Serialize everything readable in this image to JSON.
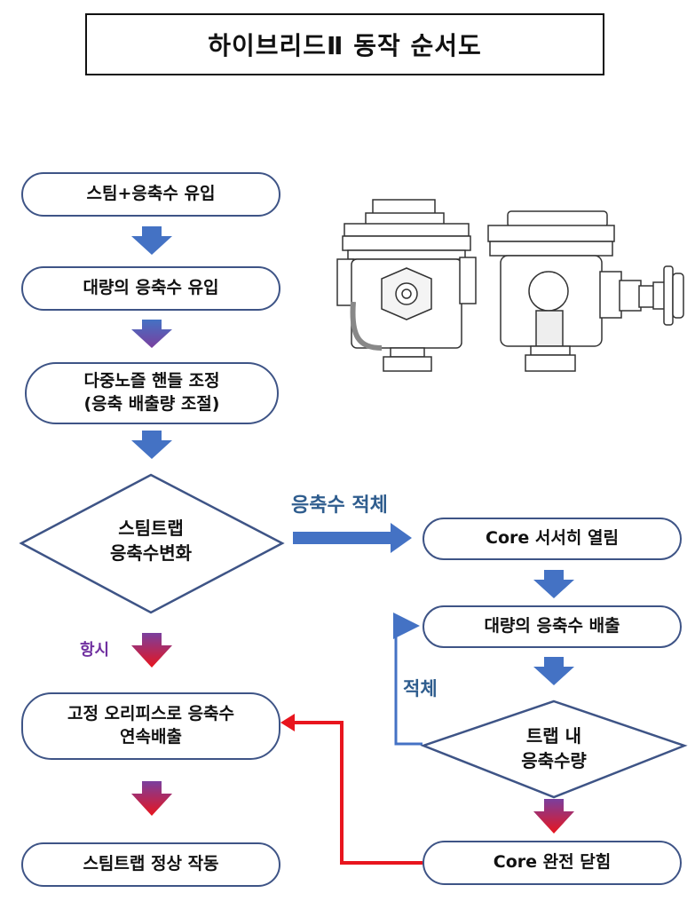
{
  "title": "하이브리드Ⅱ 동작 순서도",
  "left_flow": {
    "step1": "스팀+응축수 유입",
    "step2": "대량의 응축수 유입",
    "step3_line1": "다중노즐 핸들 조정",
    "step3_line2": "(응축 배출량 조절)",
    "decision_line1": "스팀트랩",
    "decision_line2": "응축수변화",
    "always_label": "항시",
    "step4_line1": "고정 오리피스로 응축수",
    "step4_line2": "연속배출",
    "step5": "스팀트랩 정상 작동"
  },
  "right_flow": {
    "branch_label": "응축수 적체",
    "step1": "Core 서서히 열림",
    "step2": "대량의 응축수 배출",
    "loop_label": "적체",
    "decision_line1": "트랩 내",
    "decision_line2": "응축수량",
    "step3": "Core 완전 닫힘"
  },
  "colors": {
    "box_border": "#3e5486",
    "arrow_blue": "#4472c4",
    "arrow_red": "#e8151e",
    "arrow_purple_top": "#7a3f9e",
    "label_blue": "#2f5d8e",
    "label_purple": "#7030a0"
  },
  "icons": [
    "steam-trap-front-illustration",
    "steam-trap-side-illustration"
  ]
}
